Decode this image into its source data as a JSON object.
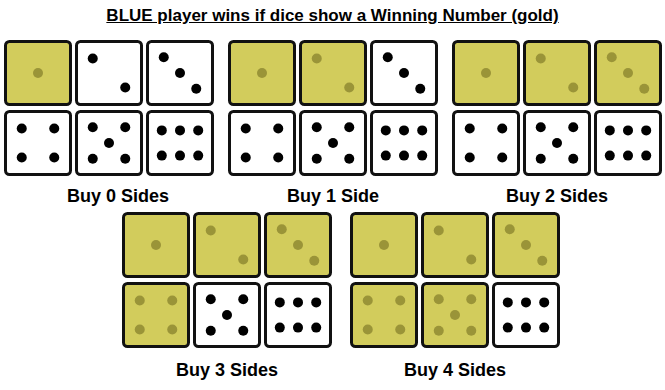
{
  "diagram": {
    "title": "BLUE player wins if dice show a Winning Number (gold)",
    "labels": [
      "Buy 0 Sides",
      "Buy 1 Side",
      "Buy 2 Sides",
      "Buy 3 Sides",
      "Buy 4 Sides"
    ]
  }
}
